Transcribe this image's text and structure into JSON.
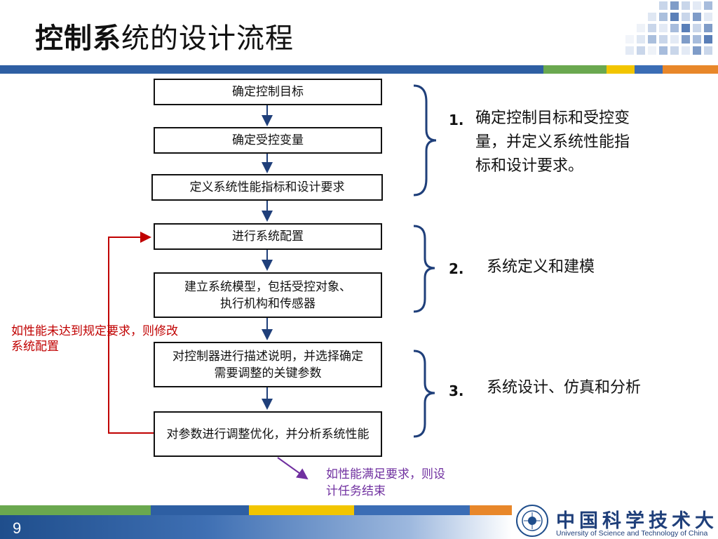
{
  "slide": {
    "title_bold": "控制系",
    "title_rest": "统的设计流程",
    "page_number": "9"
  },
  "flow": {
    "steps": [
      "确定控制目标",
      "确定受控变量",
      "定义系统性能指标和设计要求",
      "进行系统配置",
      "建立系统模型，包括受控对象、执行机构和传感器",
      "对控制器进行描述说明，并选择确定需要调整的关键参数",
      "对参数进行调整优化，并分析系统性能"
    ],
    "feedback_note": "如性能未达到规定要求，则修改系统配置",
    "end_note": "如性能满足要求，则设计任务结束"
  },
  "phases": [
    {
      "number": "1.",
      "text": "确定控制目标和受控变量，并定义系统性能指标和设计要求。"
    },
    {
      "number": "2.",
      "text": "系统定义和建模"
    },
    {
      "number": "3.",
      "text": "系统设计、仿真和分析"
    }
  ],
  "footer": {
    "university_cn": "中国科学技术大学",
    "university_en": "University of  Science and Technology of China"
  },
  "colors": {
    "accent_blue": "#2e5fa3",
    "accent_green": "#6aa84f",
    "accent_yellow": "#f2c500",
    "accent_orange": "#e8872a",
    "feedback_red": "#c00000",
    "end_purple": "#7030a0"
  }
}
